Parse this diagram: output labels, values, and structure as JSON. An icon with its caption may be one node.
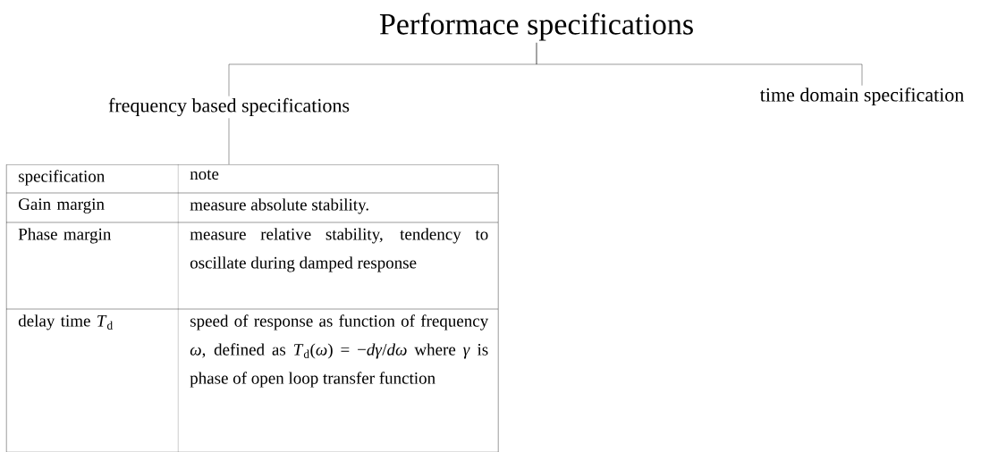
{
  "diagram": {
    "nodes": [
      {
        "text": [
          "Performace specifications"
        ]
      },
      {
        "text": [
          "frequency based specifications"
        ]
      },
      {
        "text": [
          "time domain specification"
        ]
      },
      {
        "text": [
          "specification",
          "note",
          "Gain margin",
          "measure absolute stability.",
          "Phase margin",
          "measure relative stability, tendency to oscillate during damped response",
          "delay time *T*$_{d}$",
          "speed of response as function of frequency *ω*, defined as *T*$_{d}$(*ω*) = −*dγ*/*dω* where *γ* is phase of open loop transfer function"
        ]
      }
    ],
    "edges": [
      {
        "from": 0,
        "to": 1,
        "arrow": "none"
      },
      {
        "from": 0,
        "to": 2,
        "arrow": "none"
      },
      {
        "from": 1,
        "to": 3,
        "arrow": "none"
      }
    ]
  }
}
